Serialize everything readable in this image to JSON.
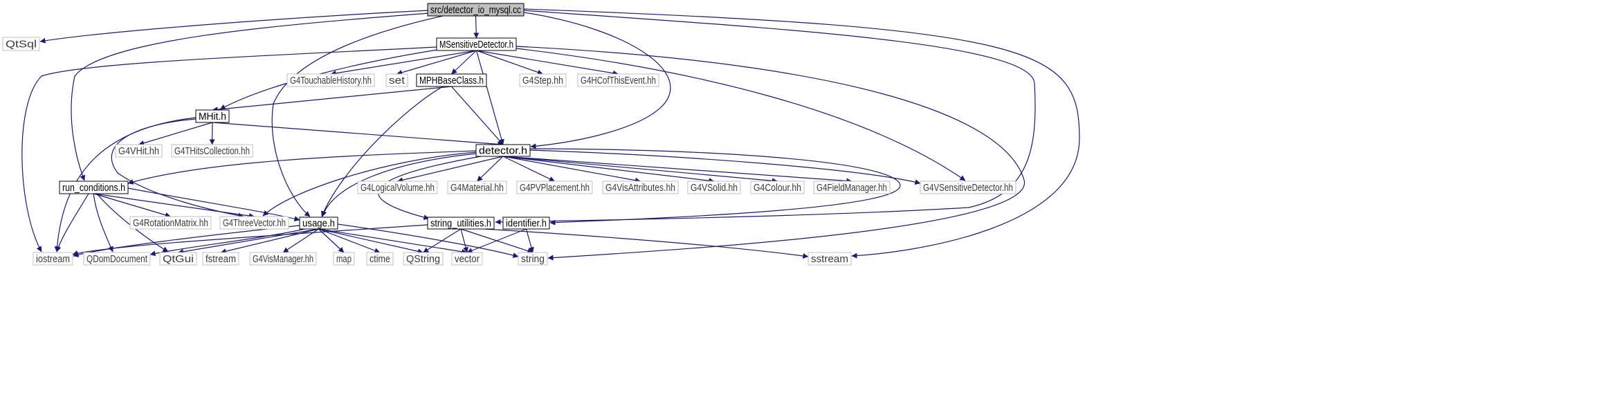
{
  "diagram": {
    "nodes": [
      {
        "id": "detector_io_mysql",
        "label": "src/detector_io_mysql.cc",
        "style": "root"
      },
      {
        "id": "QtSql",
        "label": "QtSql",
        "style": "external"
      },
      {
        "id": "MSensitiveDetector",
        "label": "MSensitiveDetector.h",
        "style": "header"
      },
      {
        "id": "G4TouchableHistory",
        "label": "G4TouchableHistory.hh",
        "style": "external"
      },
      {
        "id": "set",
        "label": "set",
        "style": "external"
      },
      {
        "id": "MPHBaseClass",
        "label": "MPHBaseClass.h",
        "style": "header"
      },
      {
        "id": "G4Step",
        "label": "G4Step.hh",
        "style": "external"
      },
      {
        "id": "G4HCofThisEvent",
        "label": "G4HCofThisEvent.hh",
        "style": "external"
      },
      {
        "id": "MHit",
        "label": "MHit.h",
        "style": "header"
      },
      {
        "id": "G4VHit",
        "label": "G4VHit.hh",
        "style": "external"
      },
      {
        "id": "G4THitsCollection",
        "label": "G4THitsCollection.hh",
        "style": "external"
      },
      {
        "id": "detector",
        "label": "detector.h",
        "style": "header"
      },
      {
        "id": "run_conditions",
        "label": "run_conditions.h",
        "style": "header"
      },
      {
        "id": "G4LogicalVolume",
        "label": "G4LogicalVolume.hh",
        "style": "external"
      },
      {
        "id": "G4Material",
        "label": "G4Material.hh",
        "style": "external"
      },
      {
        "id": "G4PVPlacement",
        "label": "G4PVPlacement.hh",
        "style": "external"
      },
      {
        "id": "G4VisAttributes",
        "label": "G4VisAttributes.hh",
        "style": "external"
      },
      {
        "id": "G4VSolid",
        "label": "G4VSolid.hh",
        "style": "external"
      },
      {
        "id": "G4Colour",
        "label": "G4Colour.hh",
        "style": "external"
      },
      {
        "id": "G4FieldManager",
        "label": "G4FieldManager.hh",
        "style": "external"
      },
      {
        "id": "G4VSensitiveDetector",
        "label": "G4VSensitiveDetector.hh",
        "style": "external"
      },
      {
        "id": "G4RotationMatrix",
        "label": "G4RotationMatrix.hh",
        "style": "external"
      },
      {
        "id": "G4ThreeVector",
        "label": "G4ThreeVector.hh",
        "style": "external"
      },
      {
        "id": "usage",
        "label": "usage.h",
        "style": "header"
      },
      {
        "id": "string_utilities",
        "label": "string_utilities.h",
        "style": "header"
      },
      {
        "id": "identifier",
        "label": "identifier.h",
        "style": "header"
      },
      {
        "id": "iostream",
        "label": "iostream",
        "style": "external"
      },
      {
        "id": "QDomDocument",
        "label": "QDomDocument",
        "style": "external"
      },
      {
        "id": "QtGui",
        "label": "QtGui",
        "style": "external"
      },
      {
        "id": "fstream",
        "label": "fstream",
        "style": "external"
      },
      {
        "id": "G4VisManager",
        "label": "G4VisManager.hh",
        "style": "external"
      },
      {
        "id": "map",
        "label": "map",
        "style": "external"
      },
      {
        "id": "ctime",
        "label": "ctime",
        "style": "external"
      },
      {
        "id": "QString",
        "label": "QString",
        "style": "external"
      },
      {
        "id": "vector",
        "label": "vector",
        "style": "external"
      },
      {
        "id": "string",
        "label": "string",
        "style": "external"
      },
      {
        "id": "sstream",
        "label": "sstream",
        "style": "external"
      }
    ],
    "edges": [
      [
        "detector_io_mysql",
        "QtSql"
      ],
      [
        "detector_io_mysql",
        "MSensitiveDetector"
      ],
      [
        "detector_io_mysql",
        "run_conditions"
      ],
      [
        "detector_io_mysql",
        "usage"
      ],
      [
        "detector_io_mysql",
        "detector"
      ],
      [
        "detector_io_mysql",
        "string_utilities"
      ],
      [
        "detector_io_mysql",
        "sstream"
      ],
      [
        "MSensitiveDetector",
        "G4TouchableHistory"
      ],
      [
        "MSensitiveDetector",
        "set"
      ],
      [
        "MSensitiveDetector",
        "MPHBaseClass"
      ],
      [
        "MSensitiveDetector",
        "G4Step"
      ],
      [
        "MSensitiveDetector",
        "G4HCofThisEvent"
      ],
      [
        "MSensitiveDetector",
        "MHit"
      ],
      [
        "MSensitiveDetector",
        "iostream"
      ],
      [
        "MSensitiveDetector",
        "detector"
      ],
      [
        "MSensitiveDetector",
        "G4VSensitiveDetector"
      ],
      [
        "MSensitiveDetector",
        "string"
      ],
      [
        "MPHBaseClass",
        "MHit"
      ],
      [
        "MPHBaseClass",
        "detector"
      ],
      [
        "MPHBaseClass",
        "usage"
      ],
      [
        "MHit",
        "G4VHit"
      ],
      [
        "MHit",
        "G4THitsCollection"
      ],
      [
        "MHit",
        "detector"
      ],
      [
        "MHit",
        "G4ThreeVector"
      ],
      [
        "MHit",
        "iostream"
      ],
      [
        "detector",
        "run_conditions"
      ],
      [
        "detector",
        "G4LogicalVolume"
      ],
      [
        "detector",
        "G4Material"
      ],
      [
        "detector",
        "G4PVPlacement"
      ],
      [
        "detector",
        "G4VisAttributes"
      ],
      [
        "detector",
        "G4VSolid"
      ],
      [
        "detector",
        "G4Colour"
      ],
      [
        "detector",
        "G4FieldManager"
      ],
      [
        "detector",
        "G4VSensitiveDetector"
      ],
      [
        "detector",
        "G4ThreeVector"
      ],
      [
        "detector",
        "usage"
      ],
      [
        "detector",
        "string_utilities"
      ],
      [
        "detector",
        "identifier"
      ],
      [
        "run_conditions",
        "G4RotationMatrix"
      ],
      [
        "run_conditions",
        "G4ThreeVector"
      ],
      [
        "run_conditions",
        "usage"
      ],
      [
        "run_conditions",
        "iostream"
      ],
      [
        "run_conditions",
        "QDomDocument"
      ],
      [
        "run_conditions",
        "QtGui"
      ],
      [
        "usage",
        "iostream"
      ],
      [
        "usage",
        "QDomDocument"
      ],
      [
        "usage",
        "QtGui"
      ],
      [
        "usage",
        "fstream"
      ],
      [
        "usage",
        "G4VisManager"
      ],
      [
        "usage",
        "map"
      ],
      [
        "usage",
        "ctime"
      ],
      [
        "usage",
        "QString"
      ],
      [
        "usage",
        "vector"
      ],
      [
        "usage",
        "string"
      ],
      [
        "string_utilities",
        "iostream"
      ],
      [
        "string_utilities",
        "QString"
      ],
      [
        "string_utilities",
        "vector"
      ],
      [
        "string_utilities",
        "string"
      ],
      [
        "string_utilities",
        "sstream"
      ],
      [
        "identifier",
        "vector"
      ],
      [
        "identifier",
        "string"
      ]
    ]
  },
  "colors": {
    "edge": "#191970",
    "root_fill": "#bfbfbf",
    "header_border": "#000000",
    "external_border": "#bfbfbf",
    "external_text": "#3a3a3a",
    "background": "#ffffff"
  }
}
